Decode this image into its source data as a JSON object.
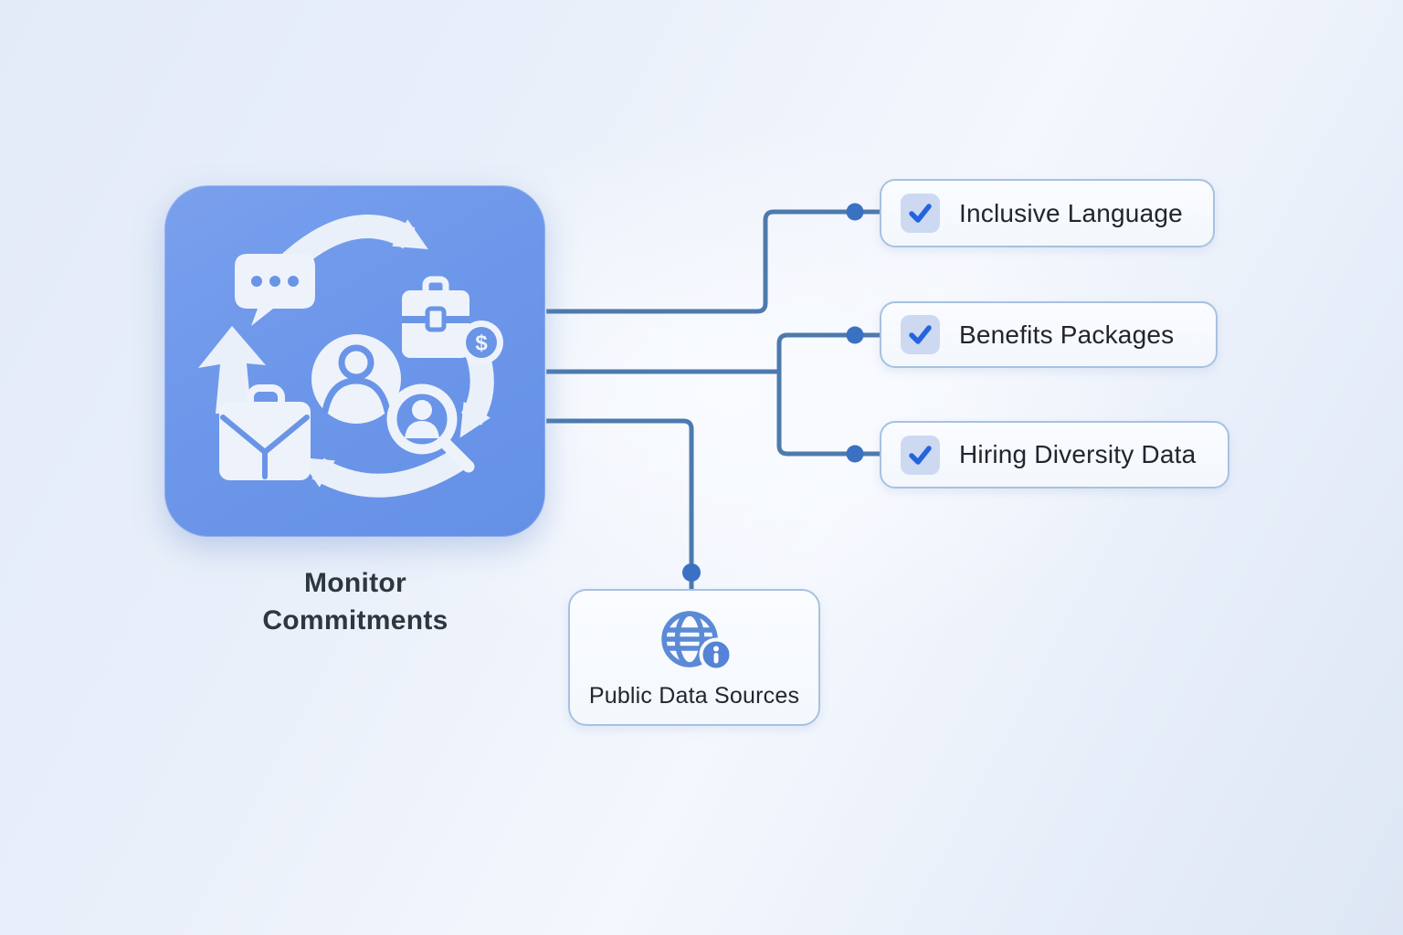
{
  "diagram": {
    "main_node": {
      "title": "Monitor Commitments",
      "icon": "hr-cycle-icon",
      "sub_icons": [
        "speech-bubble-icon",
        "cycle-arrows-icon",
        "user-avatar-icon",
        "briefcase-icon",
        "dollar-coin-icon",
        "satchel-icon",
        "up-arrow-icon",
        "person-search-icon"
      ]
    },
    "checklist": [
      {
        "label": "Inclusive Language",
        "checked": true,
        "icon": "checkmark-icon"
      },
      {
        "label": "Benefits Packages",
        "checked": true,
        "icon": "checkmark-icon"
      },
      {
        "label": "Hiring Diversity Data",
        "checked": true,
        "icon": "checkmark-icon"
      }
    ],
    "source_node": {
      "label": "Public Data Sources",
      "icon": "globe-info-icon"
    },
    "colors": {
      "node_blue": "#6d97ea",
      "icon_white": "#eaf0fa",
      "icon_blue": "#6a94e6",
      "connector_line": "#4d7aae",
      "connector_dot": "#3b71c3",
      "check_blue": "#2465dd",
      "checkbox_bg": "#ccd9f1",
      "card_border": "#a7c1e1",
      "globe_blue": "#5b8ad6",
      "title_text": "#2e3640"
    }
  }
}
